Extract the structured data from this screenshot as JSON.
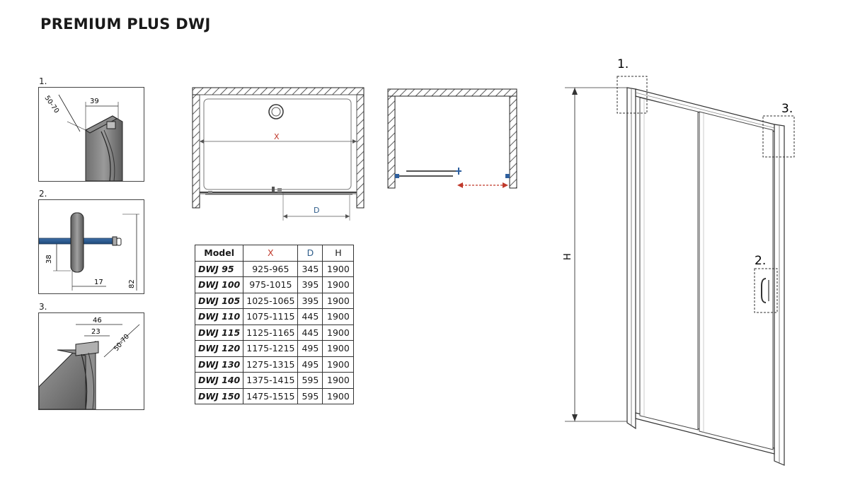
{
  "title": "PREMIUM PLUS DWJ",
  "details": {
    "one": {
      "number": "1.",
      "dim_a": "39",
      "dim_b": "50-70"
    },
    "two": {
      "number": "2.",
      "dim_a": "38",
      "dim_b": "17",
      "dim_c": "82"
    },
    "three": {
      "number": "3.",
      "dim_a": "46",
      "dim_b": "23",
      "dim_c": "50-70"
    }
  },
  "plan": {
    "label_x": "X",
    "label_d": "D"
  },
  "elevation": {
    "label_h": "H",
    "callout_1": "1.",
    "callout_2": "2.",
    "callout_3": "3."
  },
  "colors": {
    "x_red": "#c0392b",
    "d_blue": "#2f5d8a",
    "seal_blue": "#2e5f9e"
  },
  "table": {
    "headers": [
      "Model",
      "X",
      "D",
      "H"
    ],
    "rows": [
      [
        "DWJ 95",
        "925-965",
        "345",
        "1900"
      ],
      [
        "DWJ 100",
        "975-1015",
        "395",
        "1900"
      ],
      [
        "DWJ 105",
        "1025-1065",
        "395",
        "1900"
      ],
      [
        "DWJ 110",
        "1075-1115",
        "445",
        "1900"
      ],
      [
        "DWJ 115",
        "1125-1165",
        "445",
        "1900"
      ],
      [
        "DWJ 120",
        "1175-1215",
        "495",
        "1900"
      ],
      [
        "DWJ 130",
        "1275-1315",
        "495",
        "1900"
      ],
      [
        "DWJ 140",
        "1375-1415",
        "595",
        "1900"
      ],
      [
        "DWJ 150",
        "1475-1515",
        "595",
        "1900"
      ]
    ]
  }
}
